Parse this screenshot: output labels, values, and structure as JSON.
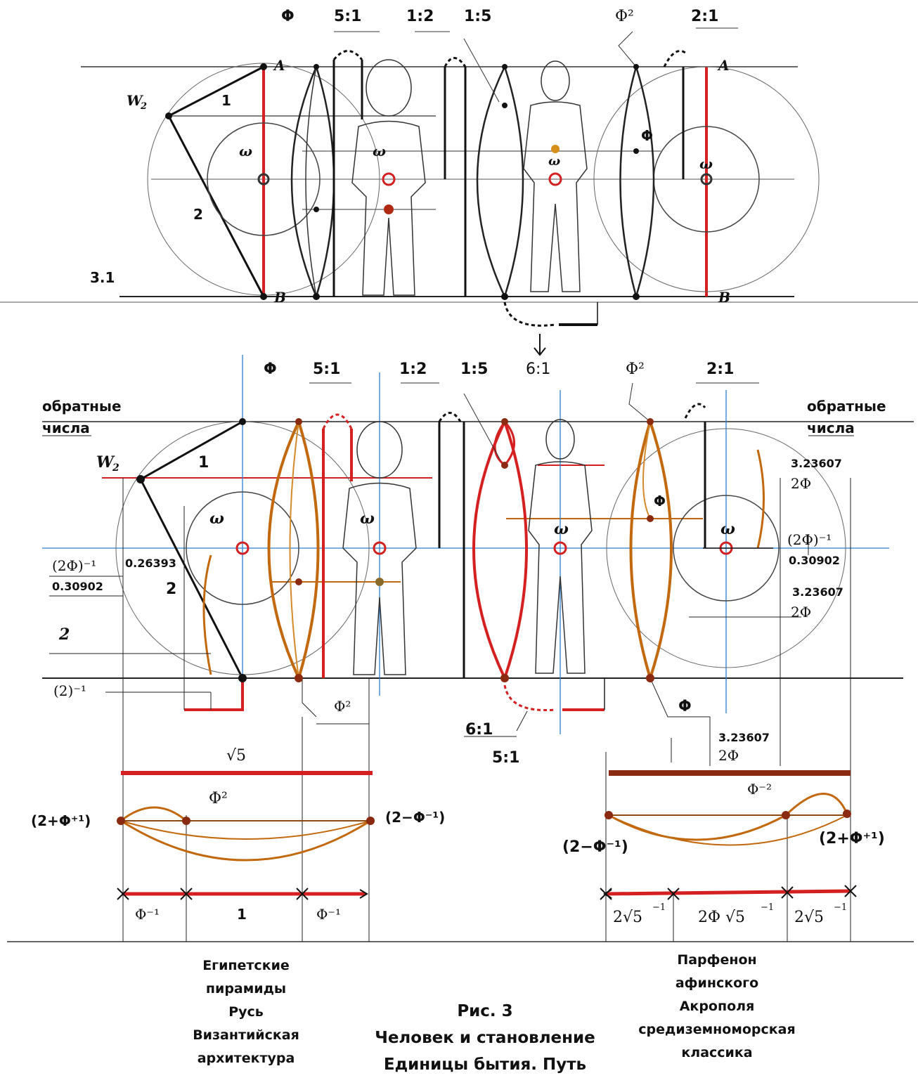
{
  "figure": {
    "caption_number": "Рис. 3",
    "caption_line1": "Человек и становление",
    "caption_line2": "Единицы бытия. Путь"
  },
  "top_panel": {
    "section_label": "3.1",
    "point_a": "A",
    "point_b": "B",
    "point_w": "W",
    "point_w_sub": "2",
    "seg_1": "1",
    "seg_2": "2",
    "omega": "ω",
    "ratios": [
      "Φ",
      "5:1",
      "1:2",
      "1:5",
      "Φ²",
      "2:1"
    ],
    "phi_mark": "Φ"
  },
  "bottom_panel": {
    "ratios": [
      "Φ",
      "5:1",
      "1:2",
      "1:5",
      "6:1",
      "Φ²",
      "2:1"
    ],
    "reciprocals_left_1": "обратные",
    "reciprocals_left_2": "числа",
    "reciprocals_right_1": "обратные",
    "reciprocals_right_2": "числа",
    "point_w": "W",
    "point_w_sub": "2",
    "seg_1": "1",
    "seg_2_a": "2",
    "seg_2_b": "2",
    "omega": "ω",
    "left_inv_2phi": "(2Φ)⁻¹",
    "left_val_026": "0.26393",
    "left_val_030": "0.30902",
    "left_inv_2": "(2)⁻¹",
    "phi_sq_bottom": "Φ²",
    "six_one": "6:1",
    "five_one": "5:1",
    "right_323_a": "3.23607",
    "right_2phi_a": "2Φ",
    "right_phi": "Φ",
    "right_inv_2phi": "(2Φ)⁻¹",
    "right_030": "0.30902",
    "right_323_b": "3.23607",
    "right_2phi_b": "2Φ",
    "right_phi_bottom": "Φ",
    "right_323_c": "3.23607",
    "right_2phi_c": "2Φ"
  },
  "left_scheme": {
    "sqrt5": "√5",
    "phi_sq": "Φ²",
    "left_end": "(2+Φ⁺¹)",
    "right_end": "(2−Φ⁻¹)",
    "seg_a": "Φ⁻¹",
    "seg_b": "1",
    "seg_c": "Φ⁻¹"
  },
  "right_scheme": {
    "phi_m2": "Φ⁻²",
    "left_end": "(2−Φ⁻¹)",
    "right_end": "(2+Φ⁺¹)",
    "seg_a": "2√5",
    "seg_a_exp": "−1",
    "seg_b": "2Φ √5",
    "seg_b_exp": "−1",
    "seg_c": "2√5",
    "seg_c_exp": "−1"
  },
  "left_caption": [
    "Египетские",
    "пирамиды",
    "Русь",
    "Византийская",
    "архитектура"
  ],
  "right_caption": [
    "Парфенон",
    "афинского",
    "Акрополя",
    "средиземноморская",
    "классика"
  ],
  "colors": {
    "red": "#d42020",
    "orange": "#c2680e",
    "blue": "#2a7fd0",
    "ink": "#1a1a1a"
  }
}
